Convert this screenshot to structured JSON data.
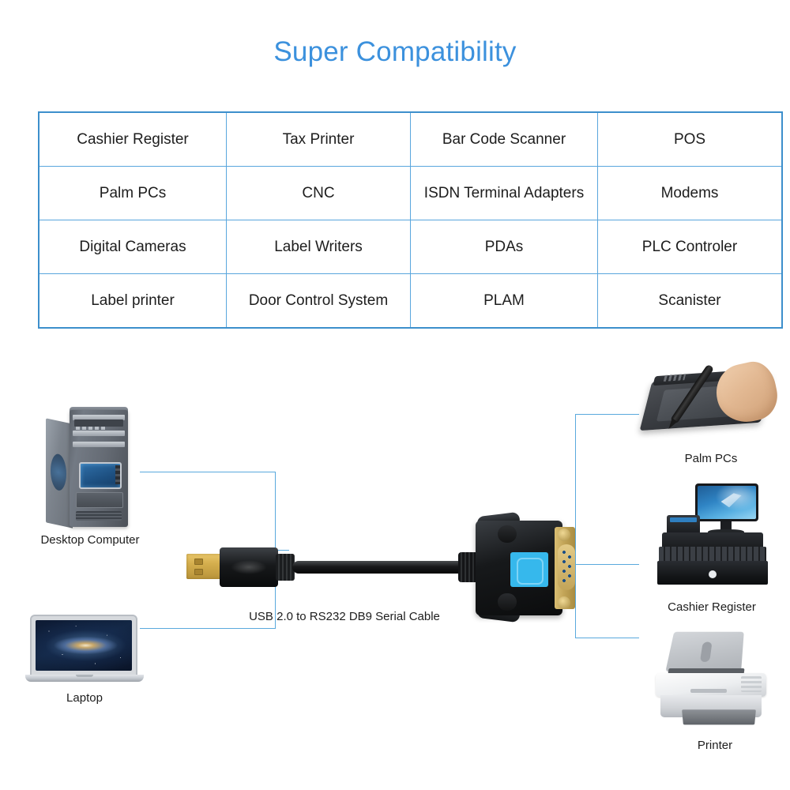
{
  "page": {
    "title": "Super Compatibility",
    "title_color": "#3c91dd",
    "background": "#ffffff",
    "accent_color": "#59a6dd"
  },
  "compatibility_table": {
    "border_color": "#59a6dd",
    "columns": 4,
    "rows": [
      [
        "Cashier Register",
        "Tax Printer",
        "Bar Code Scanner",
        "POS"
      ],
      [
        "Palm PCs",
        "CNC",
        "ISDN Terminal Adapters",
        "Modems"
      ],
      [
        "Digital Cameras",
        "Label Writers",
        "PDAs",
        "PLC Controler"
      ],
      [
        "Label printer",
        "Door Control System",
        "PLAM",
        "Scanister"
      ]
    ]
  },
  "diagram": {
    "connector_color": "#5aa9dd",
    "product": {
      "caption": "USB 2.0 to RS232 DB9 Serial Cable",
      "usb_connector_color": "#d4ae4d",
      "db9_accent_color": "#36b8ec"
    },
    "left_devices": [
      {
        "label": "Desktop Computer",
        "icon": "desktop-tower-icon"
      },
      {
        "label": "Laptop",
        "icon": "laptop-icon"
      }
    ],
    "right_devices": [
      {
        "label": "Palm PCs",
        "icon": "graphics-tablet-icon"
      },
      {
        "label": "Cashier Register",
        "icon": "pos-register-icon"
      },
      {
        "label": "Printer",
        "icon": "printer-icon"
      }
    ]
  }
}
